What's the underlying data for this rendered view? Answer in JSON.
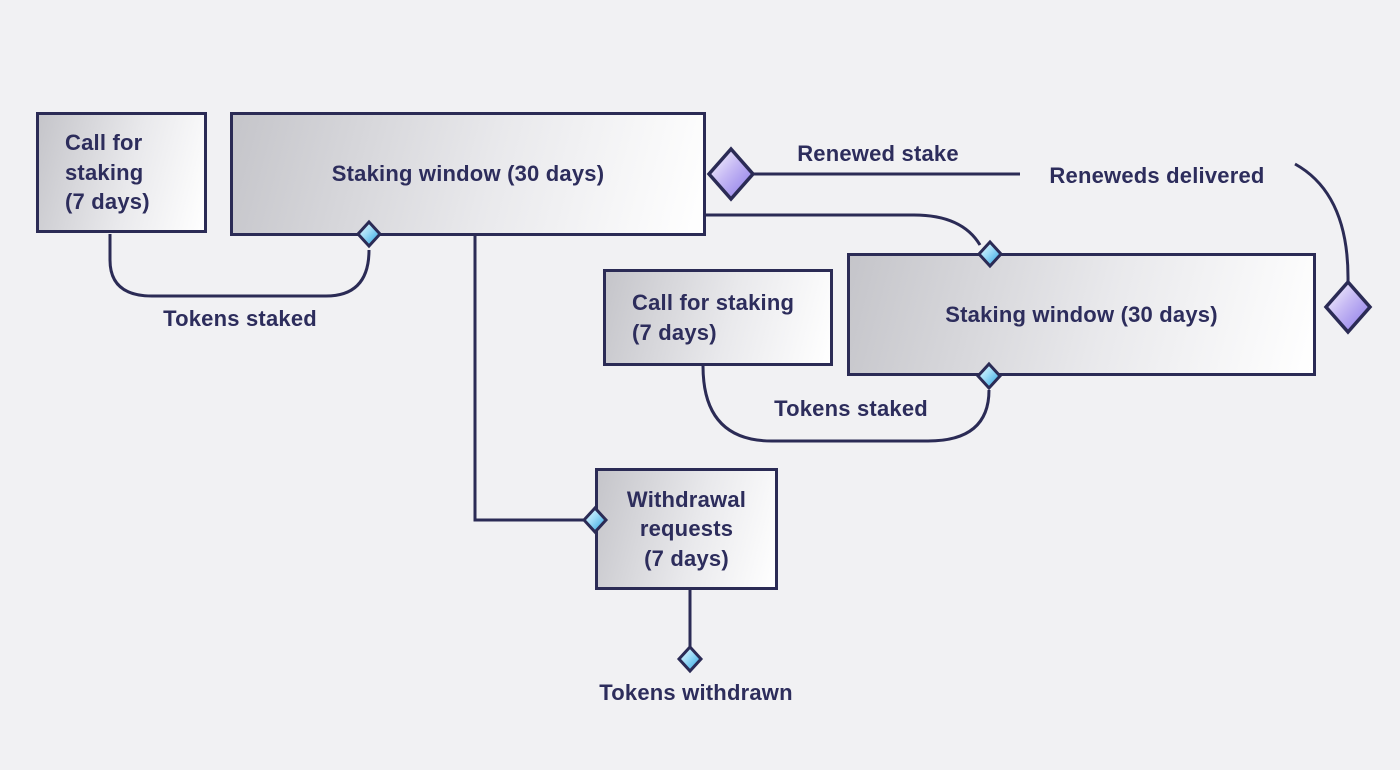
{
  "diagram": {
    "title": "Staking windows timeline diagram",
    "background": "#f1f1f3",
    "colors": {
      "line_navy": "#2b2b55",
      "text_navy": "#2d2d5c",
      "box_gradient_start": "#c5c5ca",
      "box_gradient_end": "#ffffff",
      "cyan_marker": "#1f9cdc",
      "purple_marker": "#8674e8"
    },
    "nodes": [
      {
        "id": "call-for-staking-1",
        "label": "Call for\nstaking\n(7 days)"
      },
      {
        "id": "staking-window-1",
        "label": "Staking window (30 days)"
      },
      {
        "id": "call-for-staking-2",
        "label": "Call for staking\n(7 days)"
      },
      {
        "id": "staking-window-2",
        "label": "Staking window (30 days)"
      },
      {
        "id": "withdrawal-requests",
        "label": "Withdrawal\nrequests\n(7 days)"
      }
    ],
    "edge_labels": [
      {
        "id": "tokens-staked-1",
        "text": "Tokens staked"
      },
      {
        "id": "renewed-stake",
        "text": "Renewed stake"
      },
      {
        "id": "reneweds-delivered",
        "text": "Reneweds delivered"
      },
      {
        "id": "tokens-staked-2",
        "text": "Tokens staked"
      },
      {
        "id": "tokens-withdrawn",
        "text": "Tokens withdrawn"
      }
    ],
    "markers": {
      "cyan_diamonds": [
        "bottom of first staking window",
        "top of second staking window",
        "bottom of second staking window",
        "left of withdrawal requests",
        "above tokens withdrawn label"
      ],
      "purple_diamonds": [
        "right of first staking window (renewed stake)",
        "right of second staking window (reneweds delivered)"
      ]
    }
  }
}
